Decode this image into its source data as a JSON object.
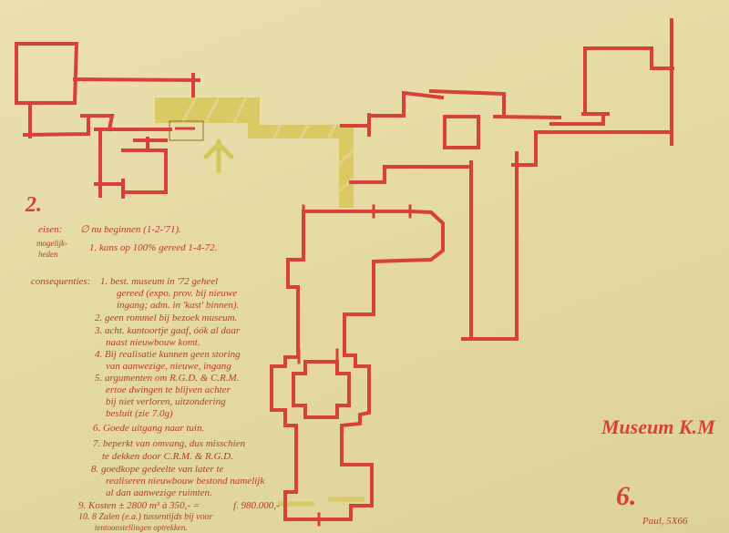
{
  "sheet": {
    "section_number": "2.",
    "project_title": "Museum K.M",
    "sheet_number": "6.",
    "signature": "Paul, 5X66"
  },
  "notes": {
    "eisen": {
      "label": "eisen:",
      "text": "∅ nu beginnen (1-2-'71)."
    },
    "mogelijkheden": {
      "label_1": "mogelijk-",
      "label_2": "heden",
      "text": "1. kans op 100% gereed 1-4-72."
    },
    "consequenties": {
      "label": "consequenties:",
      "lines": [
        "1. best. museum in '72 geheel",
        "gereed (expo. prov. bij nieuwe",
        "ingang; adm. in 'kast' binnen).",
        "2. geen rommel bij bezoek museum.",
        "3. acht. kantoortje gaaf, óók al daar",
        "naast nieuwbouw komt.",
        "4. Bij realisatie kunnen geen storing",
        "van aanwezige, nieuwe, ingang",
        "5. argumenten om R.G.D. & C.R.M.",
        "ertoe dwingen te blijven achter",
        "bij niet verloren, uitzondering",
        "besluit (zie 7.0g)",
        "6. Goede uitgang naar tuin.",
        "7. beperkt van omvang, dus misschien",
        "te dekken door C.R.M. & R.G.D.",
        "8. goedkope gedeelte van later te",
        "realiseren nieuwbouw bestond namelijk",
        "al dan aanwezige ruimten.",
        "9. Kosten ± 2800 m³ à 350,- =",
        "f. 980.000,-",
        "10. 8 Zalen (e.a.) tussentijds bij voor",
        "tentoonstellingen optrekken."
      ]
    }
  },
  "colors": {
    "paper": "#e6dca6",
    "red_marker": "#d9403a",
    "yellow_marker": "#d4c24a",
    "ink": "#b83a2c"
  }
}
